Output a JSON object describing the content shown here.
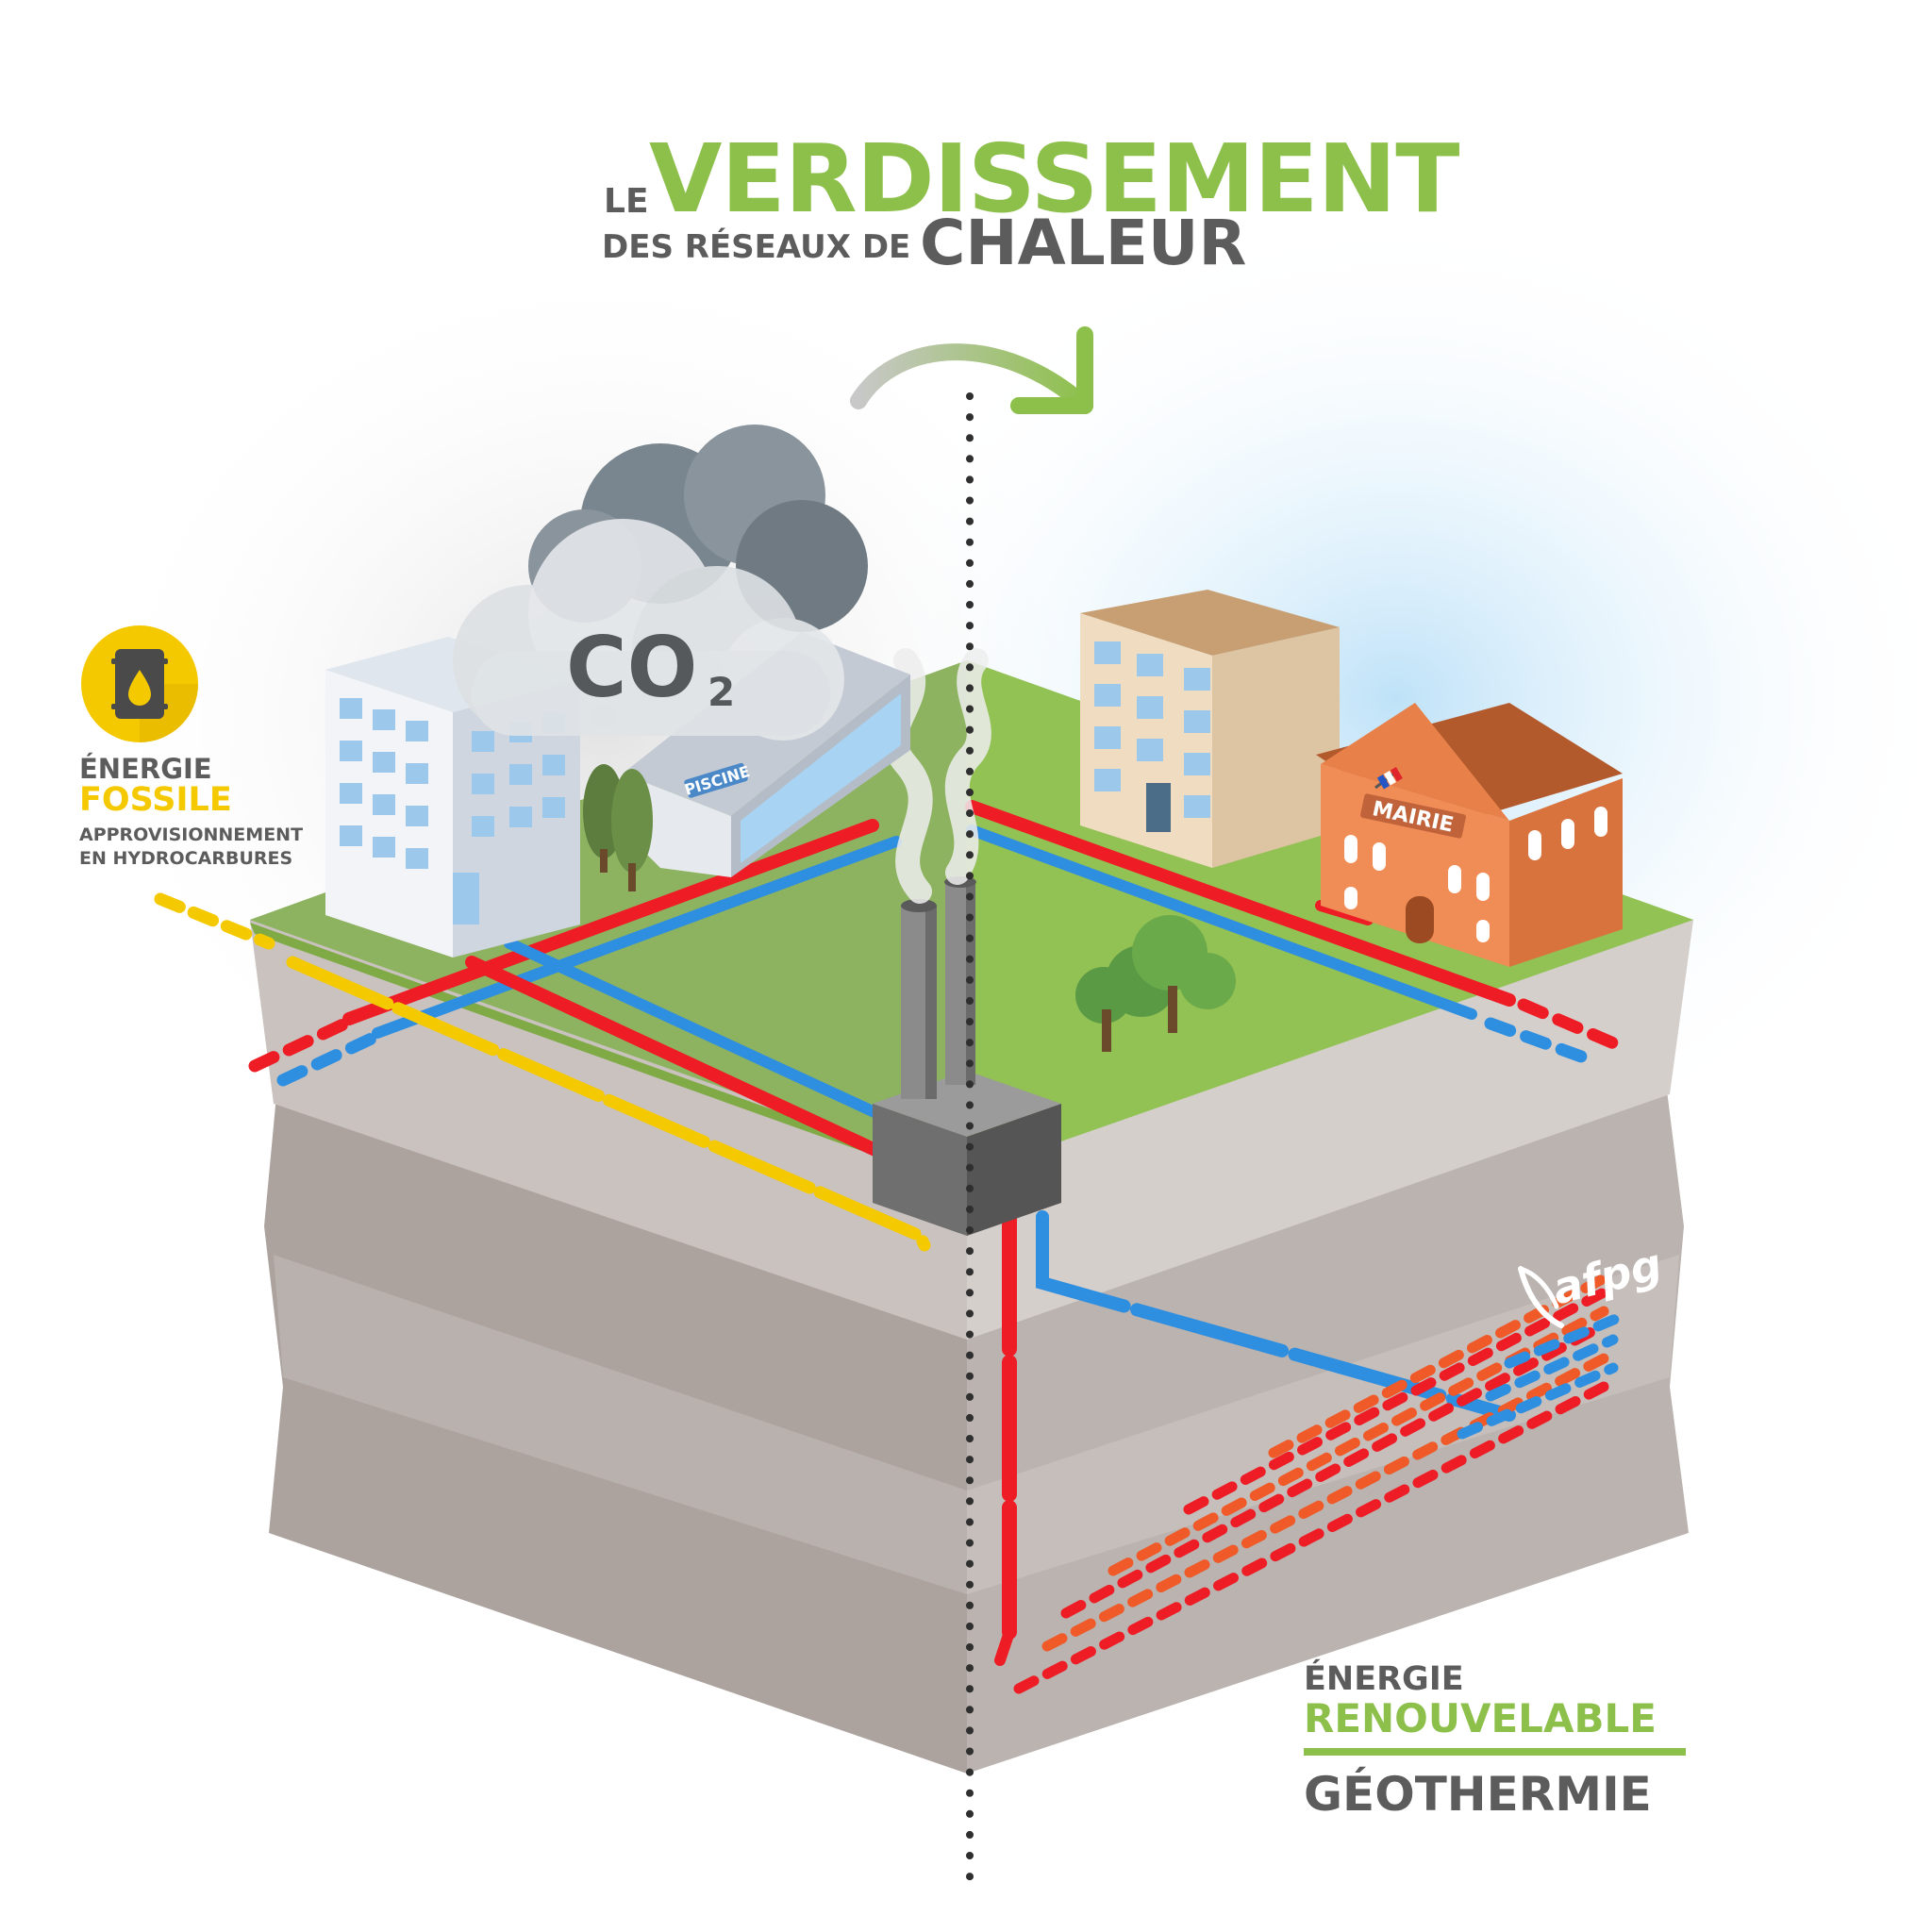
{
  "title": {
    "le": "LE",
    "verdissement": "VERDISSEMENT",
    "des_reseaux": "DES RÉSEAUX DE",
    "chaleur": "CHALEUR"
  },
  "fossil": {
    "line1": "ÉNERGIE",
    "line2": "FOSSILE",
    "line3": "APPROVISIONNEMENT",
    "line4": "EN HYDROCARBURES"
  },
  "renewable": {
    "line1": "ÉNERGIE",
    "line2": "RENOUVELABLE",
    "line3": "GÉOTHERMIE"
  },
  "labels": {
    "co2_main": "CO",
    "co2_sub": "2",
    "piscine": "PISCINE",
    "mairie": "MAIRIE",
    "logo": "afpg"
  },
  "colors": {
    "green": "#8dc04b",
    "dark_gray": "#5d5c5d",
    "yellow": "#f5c900",
    "red_pipe": "#ee1c24",
    "blue_pipe": "#2e8ee0",
    "hot_rock": "#ef5a28"
  },
  "icons": [
    "oil-barrel-icon",
    "arrow-icon",
    "tree-icon",
    "flag-icon",
    "afpg-logo"
  ]
}
